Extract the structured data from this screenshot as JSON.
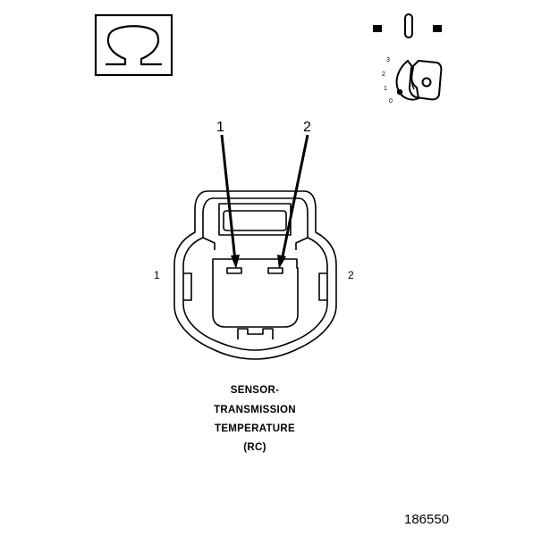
{
  "symbols": {
    "ohmmeter": "ohm-symbol",
    "key_switch": "ignition-key-icon",
    "connector_indicator": "disconnected-connector-icon"
  },
  "ignition": {
    "positions": [
      "3",
      "2",
      "1",
      "0"
    ]
  },
  "connector": {
    "pin_callouts": [
      "1",
      "2"
    ],
    "side_labels": [
      "1",
      "2"
    ]
  },
  "caption": {
    "line1": "SENSOR-",
    "line2": "TRANSMISSION",
    "line3": "TEMPERATURE",
    "line4": "(RC)"
  },
  "figure_id": "186550"
}
